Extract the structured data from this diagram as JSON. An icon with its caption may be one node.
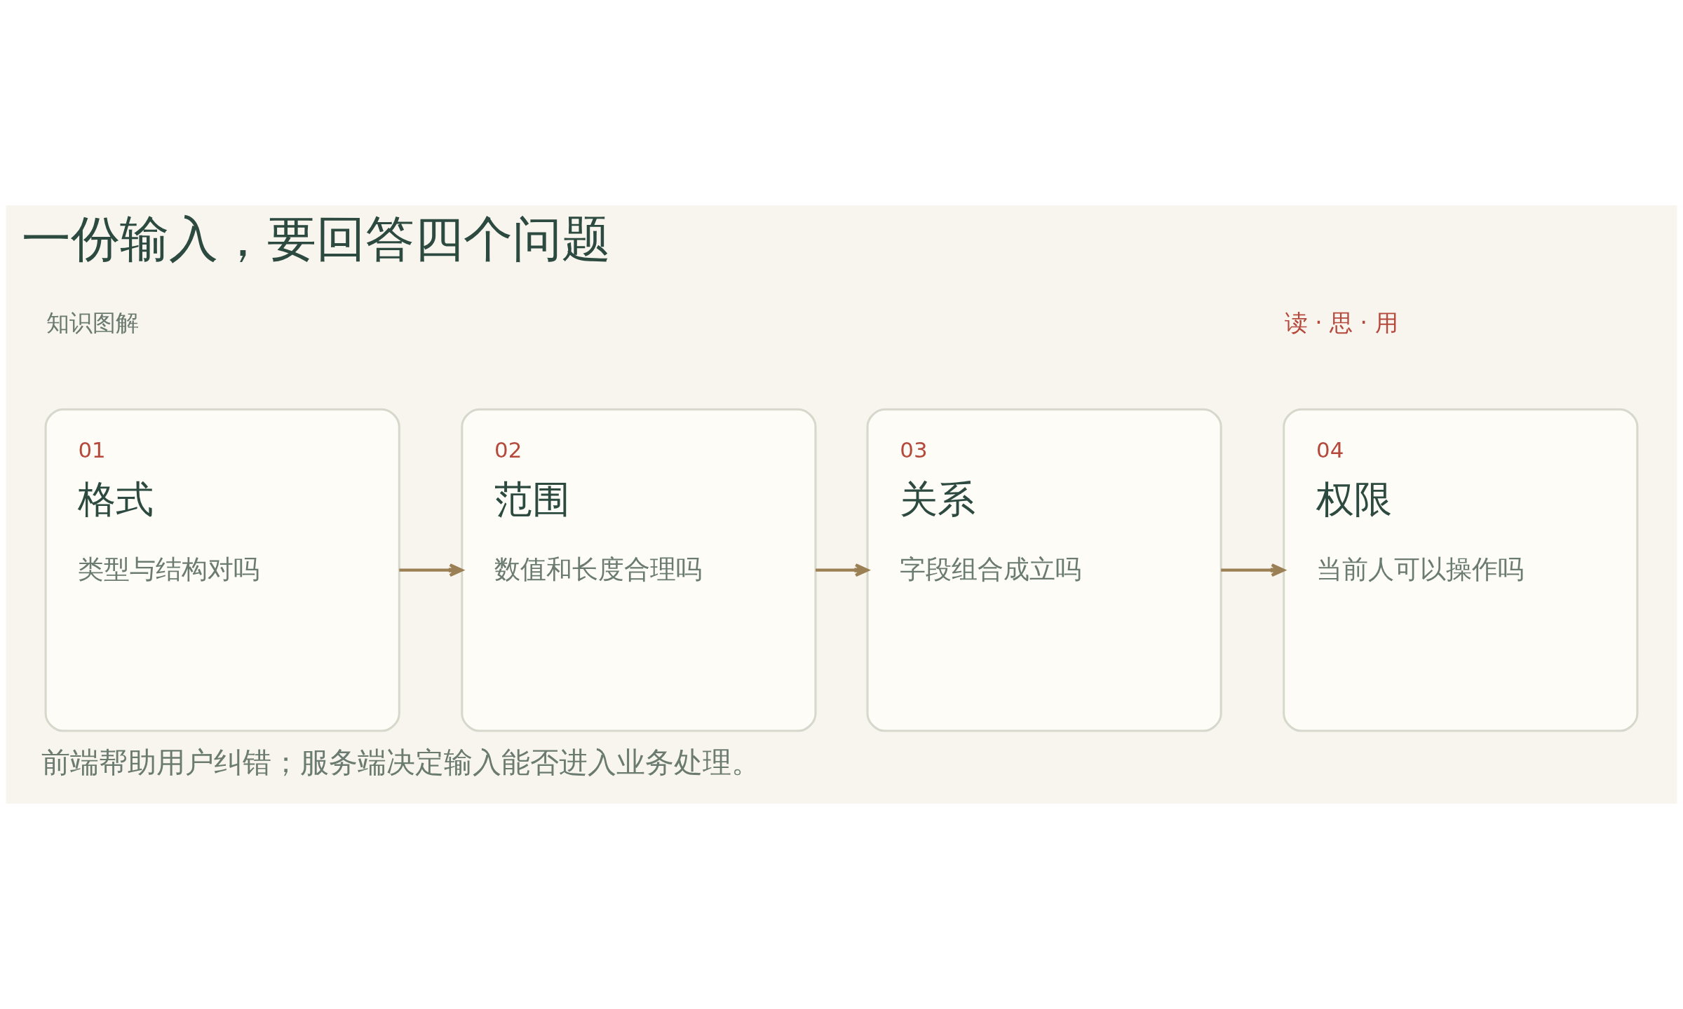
{
  "diagram": {
    "title": "一份输入，要回答四个问题",
    "caption": "前端帮助用户纠错；服务端决定输入能否进入业务处理。",
    "nodes": [
      {
        "text": [
          "01",
          "格式",
          "类型与结构对吗"
        ]
      },
      {
        "text": [
          "02",
          "范围",
          "数值和长度合理吗"
        ]
      },
      {
        "text": [
          "03",
          "关系",
          "字段组合成立吗"
        ]
      },
      {
        "text": [
          "04",
          "权限",
          "当前人可以操作吗"
        ]
      }
    ],
    "edges": [
      {
        "from": 0,
        "to": 1,
        "arrow": "to"
      },
      {
        "from": 1,
        "to": 2,
        "arrow": "to"
      },
      {
        "from": 2,
        "to": 3,
        "arrow": "to"
      }
    ],
    "labels": [
      "知识图解",
      "读 · 思 · 用"
    ]
  }
}
